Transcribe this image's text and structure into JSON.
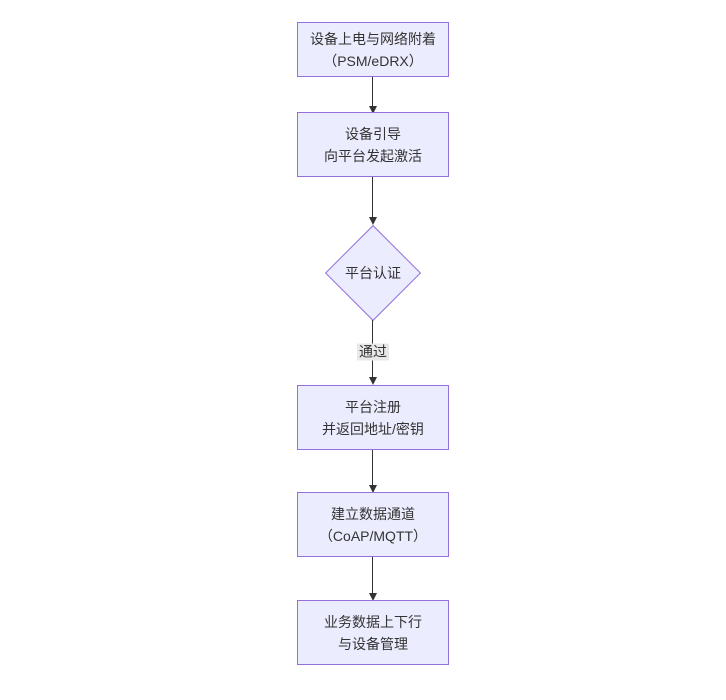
{
  "diagram": {
    "type": "flowchart",
    "direction": "top-down",
    "nodes": [
      {
        "id": "n1",
        "shape": "rect",
        "lines": [
          "设备上电与网络附着",
          "（PSM/eDRX）"
        ]
      },
      {
        "id": "n2",
        "shape": "rect",
        "lines": [
          "设备引导",
          "向平台发起激活"
        ]
      },
      {
        "id": "n3",
        "shape": "diamond",
        "lines": [
          "平台认证"
        ]
      },
      {
        "id": "n4",
        "shape": "rect",
        "lines": [
          "平台注册",
          "并返回地址/密钥"
        ]
      },
      {
        "id": "n5",
        "shape": "rect",
        "lines": [
          "建立数据通道",
          "（CoAP/MQTT）"
        ]
      },
      {
        "id": "n6",
        "shape": "rect",
        "lines": [
          "业务数据上下行",
          "与设备管理"
        ]
      }
    ],
    "edges": [
      {
        "from": "n1",
        "to": "n2",
        "label": ""
      },
      {
        "from": "n2",
        "to": "n3",
        "label": ""
      },
      {
        "from": "n3",
        "to": "n4",
        "label": "通过"
      },
      {
        "from": "n4",
        "to": "n5",
        "label": ""
      },
      {
        "from": "n5",
        "to": "n6",
        "label": ""
      }
    ],
    "colors": {
      "node_fill": "#ECECFF",
      "node_border": "#9370DB",
      "edge": "#333333",
      "label_bg": "#e8e8e8",
      "text": "#333333",
      "background": "#ffffff"
    }
  }
}
